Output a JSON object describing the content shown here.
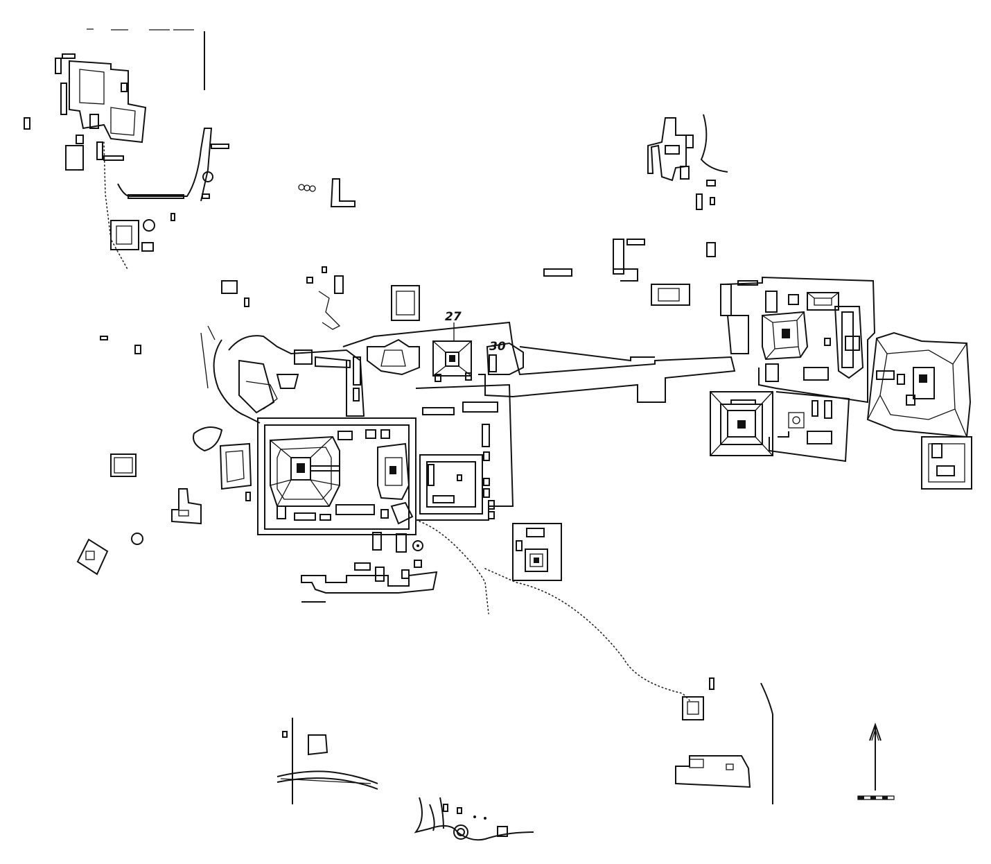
{
  "map": {
    "structure_labels": [
      {
        "id": "structure-27",
        "text": "27"
      },
      {
        "id": "structure-30",
        "text": "30"
      }
    ],
    "north_arrow": {
      "direction": "north"
    },
    "scale_bar": {
      "segments": 6
    },
    "colors": {
      "ink": "#111111",
      "paper": "#ffffff"
    }
  }
}
